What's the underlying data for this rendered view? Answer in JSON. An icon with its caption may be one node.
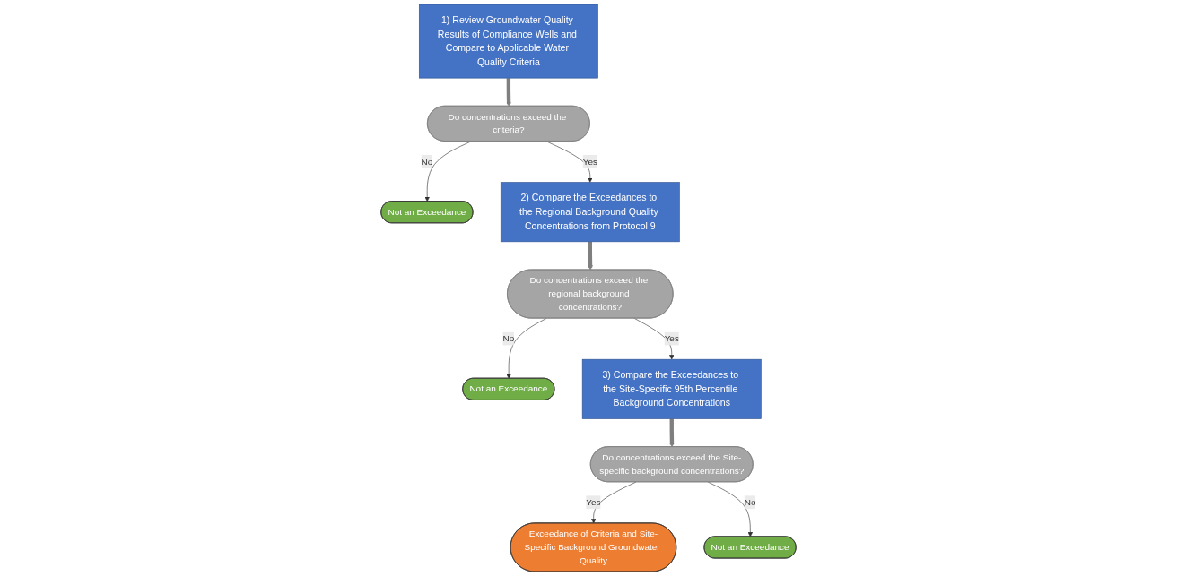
{
  "diagram": {
    "nodes": [
      {
        "text": [
          "1) Review Groundwater Quality Results of Compliance Wells and Compare to Applicable Water Quality Criteria"
        ]
      },
      {
        "text": [
          "Do concentrations exceed the criteria?"
        ]
      },
      {
        "text": [
          "Not an Exceedance"
        ]
      },
      {
        "text": [
          "2) Compare the Exceedances to the Regional Background Quality Concentrations from Protocol 9"
        ]
      },
      {
        "text": [
          "Do concentrations exceed the regional background concentrations?"
        ]
      },
      {
        "text": [
          "Not an Exceedance"
        ]
      },
      {
        "text": [
          "3) Compare the Exceedances to the Site-Specific 95th Percentile Background Concentrations"
        ]
      },
      {
        "text": [
          "Do concentrations exceed the Site-specific background concentrations?"
        ]
      },
      {
        "text": [
          "Exceedance of Criteria and Site-Specific Background Groundwater Quality"
        ]
      },
      {
        "text": [
          "Not an Exceedance"
        ]
      }
    ],
    "edges": [
      {
        "from": 0,
        "to": 1,
        "arrow": "to",
        "style": "thick",
        "color": "#7f7f7f"
      },
      {
        "from": 1,
        "to": 3,
        "arrow": "to",
        "label": "Yes"
      },
      {
        "from": 1,
        "to": 2,
        "arrow": "to",
        "label": "No"
      },
      {
        "from": 3,
        "to": 4,
        "arrow": "to",
        "style": "thick",
        "color": "#7f7f7f"
      },
      {
        "from": 4,
        "to": 6,
        "arrow": "to",
        "label": "Yes"
      },
      {
        "from": 4,
        "to": 5,
        "arrow": "to",
        "label": "No"
      },
      {
        "from": 6,
        "to": 7,
        "arrow": "to",
        "style": "thick",
        "color": "#7f7f7f"
      },
      {
        "from": 7,
        "to": 8,
        "arrow": "to",
        "label": "Yes"
      },
      {
        "from": 7,
        "to": 9,
        "arrow": "to",
        "label": "No"
      }
    ]
  }
}
